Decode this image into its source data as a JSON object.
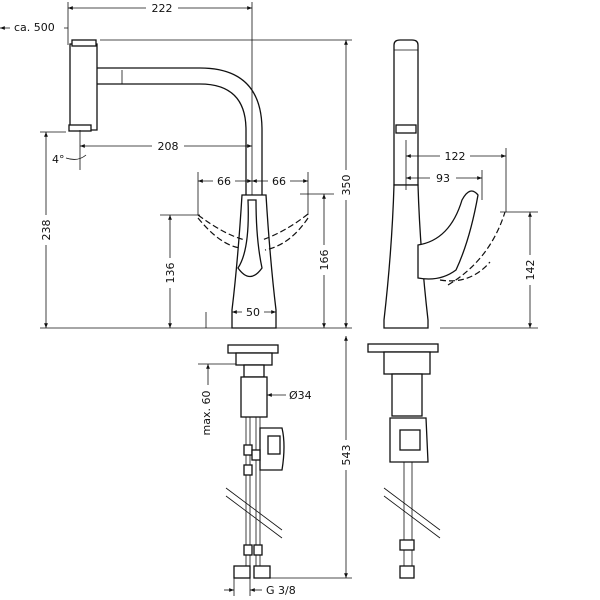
{
  "dimensions": {
    "d222": "222",
    "ca500": "ca. 500",
    "d208": "208",
    "d4": "4°",
    "d66_left": "66",
    "d66_right": "66",
    "d238": "238",
    "d136": "136",
    "d166": "166",
    "d350": "350",
    "d50": "50",
    "d34": "Ø34",
    "max60": "max. 60",
    "d543": "543",
    "g38": "G 3/8",
    "d122": "122",
    "d93": "93",
    "d142": "142"
  }
}
